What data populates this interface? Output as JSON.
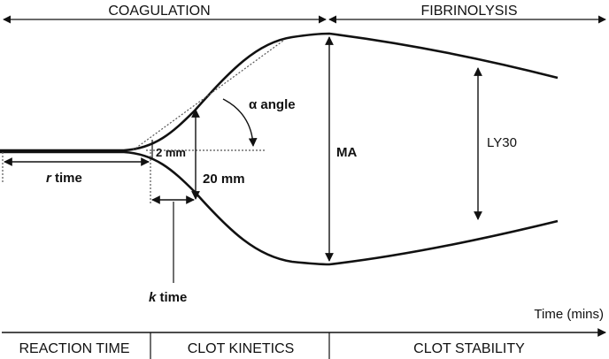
{
  "header": {
    "coagulation": "COAGULATION",
    "fibrinolysis": "FIBRINOLYSIS"
  },
  "labels": {
    "r_time_italic": "r",
    "r_time_rest": " time",
    "k_time_italic": "k",
    "k_time_rest": " time",
    "two_mm": "2 mm",
    "twenty_mm": "20 mm",
    "alpha_symbol": "α",
    "alpha_rest": " angle",
    "ma": "MA",
    "ly30": "LY30"
  },
  "axis": {
    "time_label": "Time (mins)"
  },
  "phases": {
    "reaction_time": "REACTION TIME",
    "clot_kinetics": "CLOT KINETICS",
    "clot_stability": "CLOT STABILITY"
  },
  "colors": {
    "line": "#111111",
    "dotted": "#555555",
    "background": "#ffffff"
  }
}
